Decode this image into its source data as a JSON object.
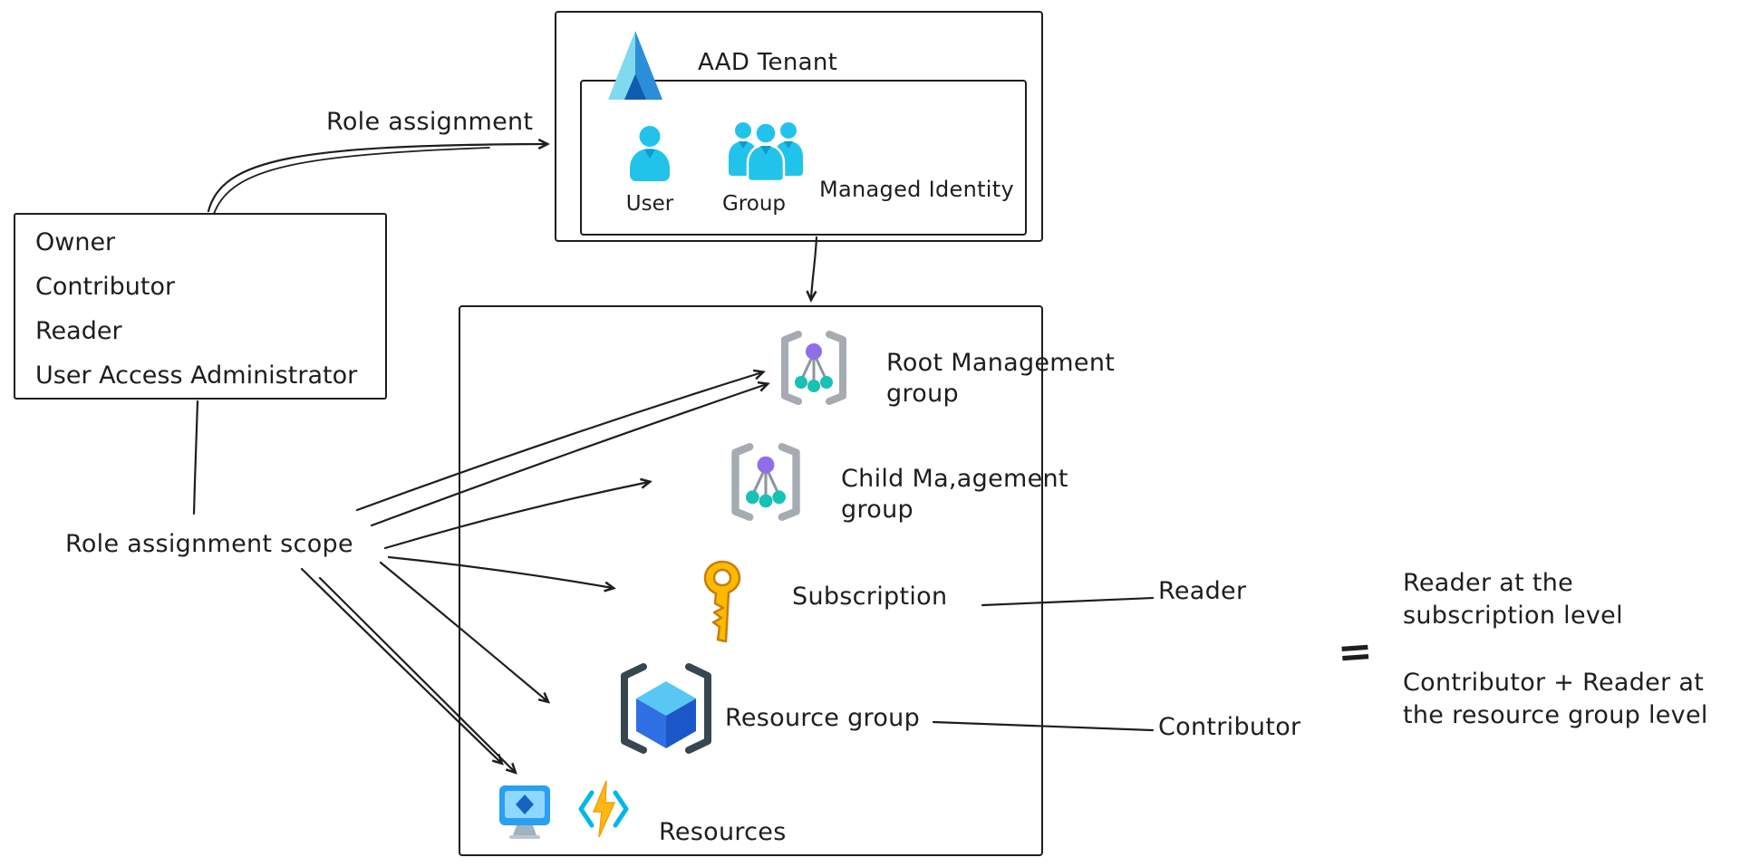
{
  "roles_box": {
    "items": [
      "Owner",
      "Contributor",
      "Reader",
      "User Access Administrator"
    ]
  },
  "labels": {
    "role_assignment": "Role assignment",
    "role_assignment_scope": "Role assignment scope"
  },
  "aad": {
    "title": "AAD Tenant",
    "user": "User",
    "group": "Group",
    "managed_identity": "Managed Identity"
  },
  "scopes": {
    "root_management_group": "Root Management\ngroup",
    "child_management_group": "Child Ma,agement\ngroup",
    "subscription": "Subscription",
    "resource_group": "Resource group",
    "resources": "Resources"
  },
  "assignments": {
    "reader": "Reader",
    "contributor": "Contributor",
    "equals": "=",
    "summary_reader": "Reader at the\nsubscription level",
    "summary_contributor": "Contributor + Reader at\nthe resource group level"
  },
  "icons": [
    "aad-pyramid-icon",
    "user-icon",
    "group-icon",
    "management-group-icon",
    "key-icon",
    "resource-group-cube-icon",
    "monitor-icon",
    "function-lightning-icon"
  ],
  "colors": {
    "ink": "#1e1e1e",
    "identity_cyan": "#22c3ea",
    "azure_blue": "#1f86d8",
    "key_yellow": "#ffb900",
    "node_teal": "#17c1b4",
    "node_purple": "#8f6fe8"
  }
}
